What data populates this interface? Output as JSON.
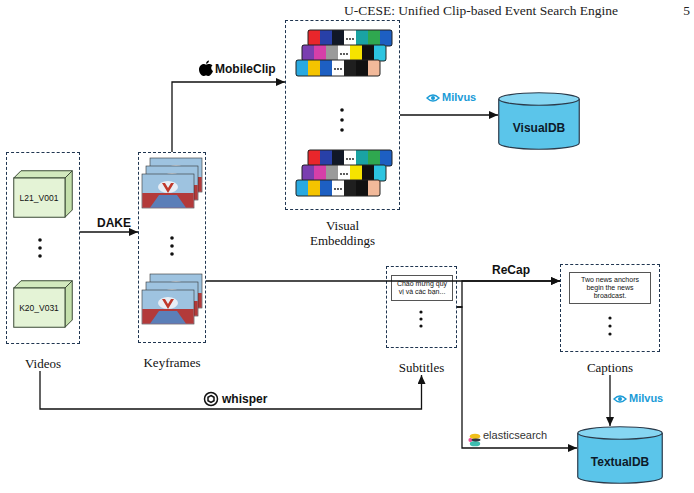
{
  "diagram": {
    "nodes": [
      {
        "text": [
          "Videos"
        ]
      },
      {
        "text": [
          "L21_V001"
        ],
        "in": 0
      },
      {
        "text": [
          "K20_V031"
        ],
        "in": 0
      },
      {
        "text": [
          "Keyframes"
        ]
      },
      {
        "text": [
          "Visual Embeddings"
        ]
      },
      {
        "text": [
          "VisualDB"
        ]
      },
      {
        "text": [
          "Subtitles"
        ]
      },
      {
        "text": [
          "Chào mừng quý vị và các bạn..."
        ],
        "in": 6
      },
      {
        "text": [
          "Captions"
        ]
      },
      {
        "text": [
          "Two news anchors begin the news broadcast."
        ],
        "in": 8
      },
      {
        "text": [
          "TextualDB"
        ]
      }
    ],
    "edges": [
      {
        "from": 0,
        "to": 3,
        "arrow": "to",
        "label": "DAKE"
      },
      {
        "from": 3,
        "to": 4,
        "arrow": "to",
        "label": "MobileClip"
      },
      {
        "from": 4,
        "to": 5,
        "arrow": "to",
        "label": "Milvus"
      },
      {
        "from": 3,
        "to": 8,
        "arrow": "to",
        "label": "ReCap"
      },
      {
        "from": 6,
        "to": 8,
        "arrow": "to"
      },
      {
        "from": 0,
        "to": 6,
        "arrow": "to",
        "label": "whisper"
      },
      {
        "from": 8,
        "to": 10,
        "arrow": "to",
        "label": "Milvus"
      },
      {
        "from": 6,
        "to": 10,
        "arrow": "to",
        "label": "elasticsearch"
      }
    ],
    "labels": [
      "U-CESE: Unified Clip-based Event Search Engine",
      "5"
    ]
  }
}
